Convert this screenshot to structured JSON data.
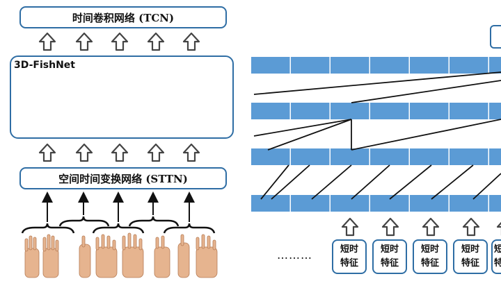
{
  "labels": {
    "tcn": "时间卷积网络 (TCN)",
    "fishnet": "3D-FishNet",
    "sttn": "空间时间变换网络 (STTN)",
    "ellipsis": "………"
  },
  "feature_boxes": [
    {
      "line1": "短时",
      "line2": "特征"
    },
    {
      "line1": "短时",
      "line2": "特征"
    },
    {
      "line1": "短时",
      "line2": "特征"
    },
    {
      "line1": "短时",
      "line2": "特征"
    },
    {
      "line1": "短",
      "line2": "特"
    }
  ],
  "colors": {
    "accent": "#2e6da4",
    "bar_fill": "#5b9bd5",
    "block_blue": "#6aa7dc",
    "block_yellow": "#fdf7c3",
    "arrow_gray": "#444444"
  },
  "icons": {
    "up_arrow": "hollow-up-arrow-icon",
    "hand": "hand-image-icon"
  }
}
